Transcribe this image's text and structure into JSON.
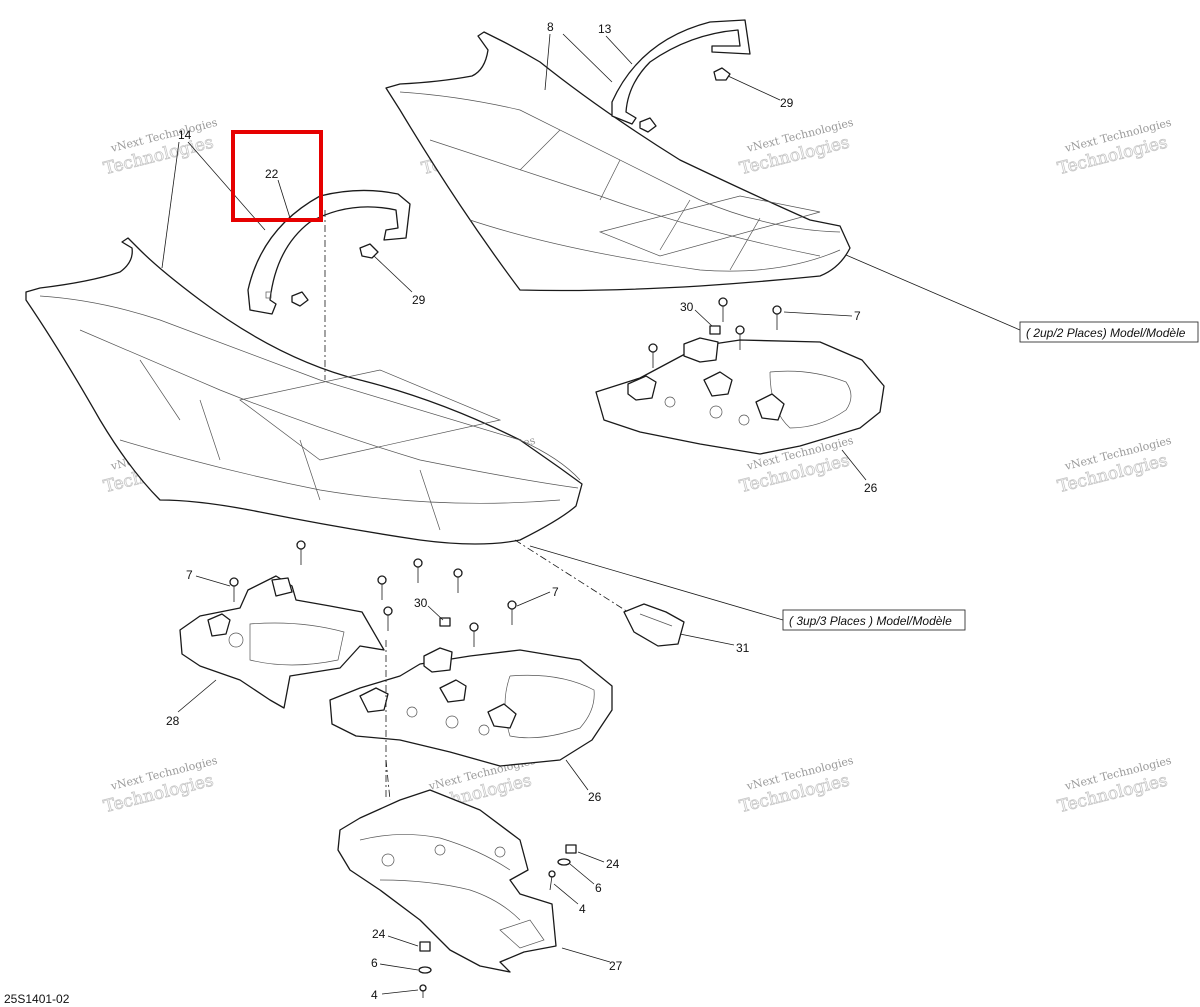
{
  "callouts": {
    "c8": "8",
    "c13": "13",
    "c29a": "29",
    "c14": "14",
    "c22": "22",
    "c29b": "29",
    "c30a": "30",
    "c7a": "7",
    "c26a": "26",
    "c7b": "7",
    "c7c": "7",
    "c30b": "30",
    "c31": "31",
    "c28": "28",
    "c26b": "26",
    "c24a": "24",
    "c6a": "6",
    "c4a": "4",
    "c24b": "24",
    "c6b": "6",
    "c4b": "4",
    "c27": "27"
  },
  "model_labels": {
    "two_up": "( 2up/2 Places) Model/Modèle",
    "three_up": "( 3up/3 Places ) Model/Modèle"
  },
  "watermark": {
    "line1": "vNext Technologies",
    "line2": "Technologies",
    "color": "#9a9a9a"
  },
  "document_code": "25S1401-02",
  "highlight": {
    "target_callout": "22",
    "color": "#e60000"
  }
}
